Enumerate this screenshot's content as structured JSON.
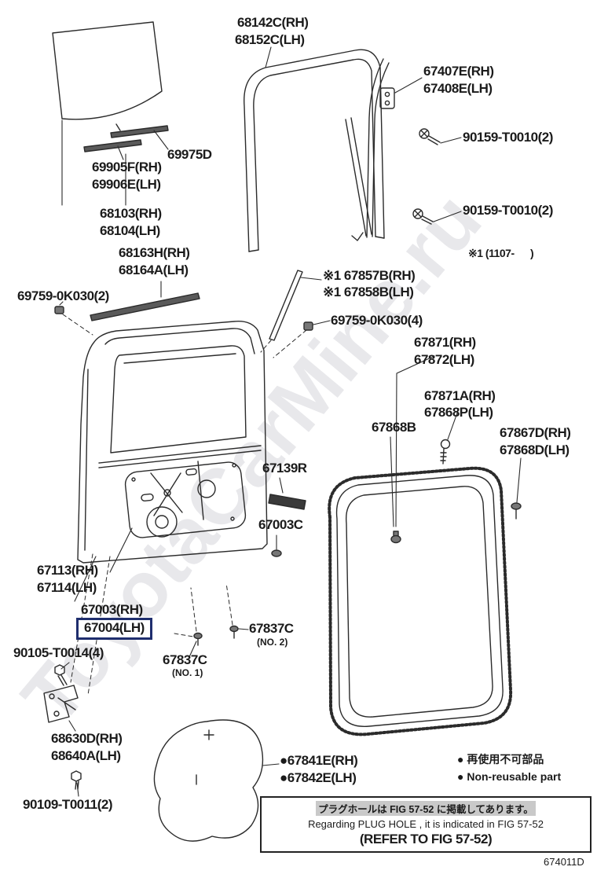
{
  "page": {
    "watermark": "ToyotaCarMine.ru",
    "figure_code": "674011D"
  },
  "labels": [
    "68142C(RH)",
    "68152C(LH)",
    "67407E(RH)",
    "67408E(LH)",
    "90159-T0010(2)",
    "90159-T0010(2)",
    "69975D",
    "69905F(RH)",
    "69906E(LH)",
    "68103(RH)",
    "68104(LH)",
    "68163H(RH)",
    "68164A(LH)",
    "69759-0K030(2)",
    "※1 67857B(RH)",
    "※1 67858B(LH)",
    "※1 (1107-      )",
    "69759-0K030(4)",
    "67871(RH)",
    "67872(LH)",
    "67871A(RH)",
    "67868P(LH)",
    "67868B",
    "67867D(RH)",
    "67868D(LH)",
    "67139R",
    "67003C",
    "67113(RH)",
    "67114(LH)",
    "67003(RH)",
    "67004(LH)",
    "90105-T0014(4)",
    "67837C",
    "(NO. 2)",
    "67837C",
    "(NO. 1)",
    "68630D(RH)",
    "68640A(LH)",
    "90109-T0011(2)",
    "●67841E(RH)",
    "●67842E(LH)"
  ],
  "legend": {
    "nonreusable_jp": "● 再使用不可部品",
    "nonreusable_en": "● Non-reusable part"
  },
  "note_box": {
    "line_jp": "プラグホールは FIG 57-52 に掲載してあります。",
    "line_en": "Regarding PLUG HOLE , it is indicated in FIG 57-52",
    "line_ref": "(REFER TO FIG 57-52)"
  },
  "highlight": {
    "selected_part": "67004(LH)",
    "box_color": "#1f2e6e"
  }
}
